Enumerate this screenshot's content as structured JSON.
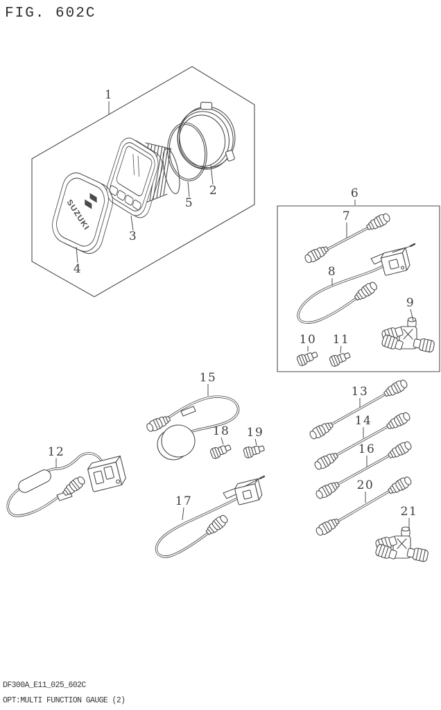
{
  "figure_title": "FIG. 602C",
  "footer": {
    "drawing_code": "DF300A_E11_025_602C",
    "caption": "OPT:MULTI FUNCTION GAUGE (2)"
  },
  "brand": {
    "logo_text": "SUZUKI"
  },
  "colors": {
    "line": "#4a4a4a",
    "label": "#3d3d3d",
    "background": "#ffffff"
  },
  "parts": {
    "p1": {
      "label": "1"
    },
    "p2": {
      "label": "2"
    },
    "p3": {
      "label": "3"
    },
    "p4": {
      "label": "4"
    },
    "p5": {
      "label": "5"
    },
    "p6": {
      "label": "6"
    },
    "p7": {
      "label": "7"
    },
    "p8": {
      "label": "8"
    },
    "p9": {
      "label": "9"
    },
    "p10": {
      "label": "10"
    },
    "p11": {
      "label": "11"
    },
    "p12": {
      "label": "12"
    },
    "p13": {
      "label": "13"
    },
    "p14": {
      "label": "14"
    },
    "p15": {
      "label": "15"
    },
    "p16": {
      "label": "16"
    },
    "p17": {
      "label": "17"
    },
    "p18": {
      "label": "18"
    },
    "p19": {
      "label": "19"
    },
    "p20": {
      "label": "20"
    },
    "p21": {
      "label": "21"
    }
  }
}
